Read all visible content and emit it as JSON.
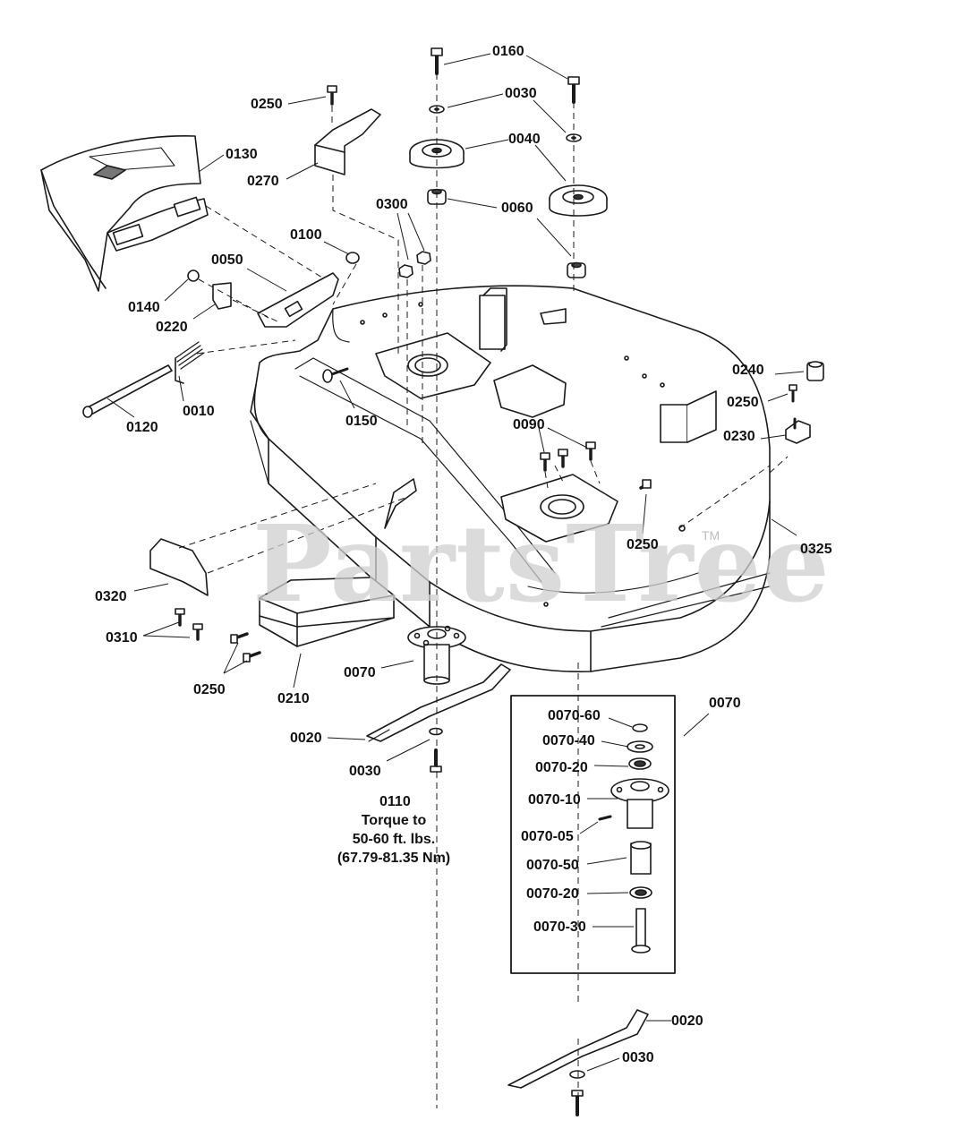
{
  "watermark": {
    "text": "PartsTree",
    "trademark": "TM"
  },
  "callouts": {
    "c0160": "0160",
    "c0030_top": "0030",
    "c0040": "0040",
    "c0060": "0060",
    "c0250_top": "0250",
    "c0270": "0270",
    "c0130": "0130",
    "c0300": "0300",
    "c0100": "0100",
    "c0050": "0050",
    "c0140": "0140",
    "c0220": "0220",
    "c0010": "0010",
    "c0120": "0120",
    "c0150": "0150",
    "c0090": "0090",
    "c0240": "0240",
    "c0250_right": "0250",
    "c0230": "0230",
    "c0250_mid": "0250",
    "c0325": "0325",
    "c0320": "0320",
    "c0310": "0310",
    "c0250_left": "0250",
    "c0210": "0210",
    "c0070": "0070",
    "c0020_left": "0020",
    "c0030_left": "0030",
    "c0110": "0110",
    "c0070_box": "0070",
    "c0070_60": "0070-60",
    "c0070_40": "0070-40",
    "c0070_20a": "0070-20",
    "c0070_10": "0070-10",
    "c0070_05": "0070-05",
    "c0070_50": "0070-50",
    "c0070_20b": "0070-20",
    "c0070_30": "0070-30",
    "c0020_bottom": "0020",
    "c0030_bottom": "0030"
  },
  "torque_note": {
    "line1": "Torque to",
    "line2": "50-60 ft. lbs.",
    "line3": "(67.79-81.35 Nm)"
  }
}
